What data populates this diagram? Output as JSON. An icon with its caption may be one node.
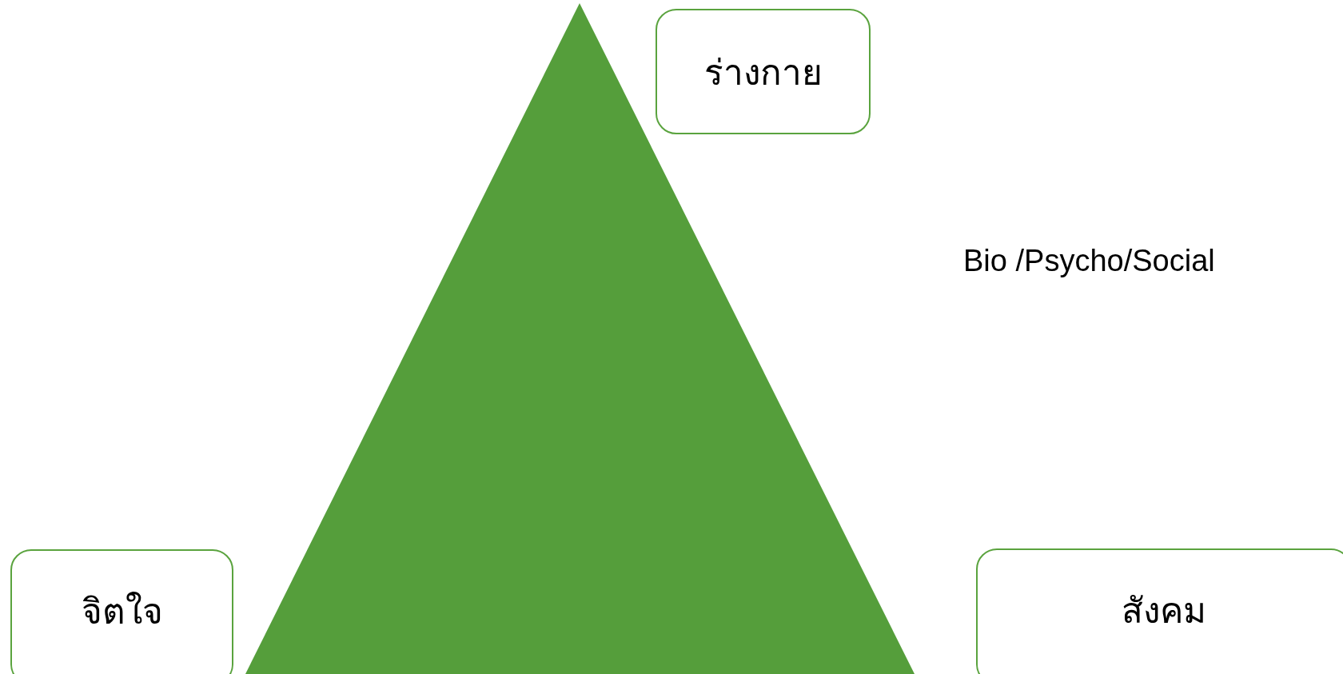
{
  "diagram": {
    "nodes": [
      {
        "text": [
          "ร่างกาย"
        ]
      },
      {
        "text": [
          "จิตใจ"
        ]
      },
      {
        "text": [
          "สังคม"
        ]
      }
    ],
    "labels": [
      "Bio /Psycho/Social"
    ]
  }
}
